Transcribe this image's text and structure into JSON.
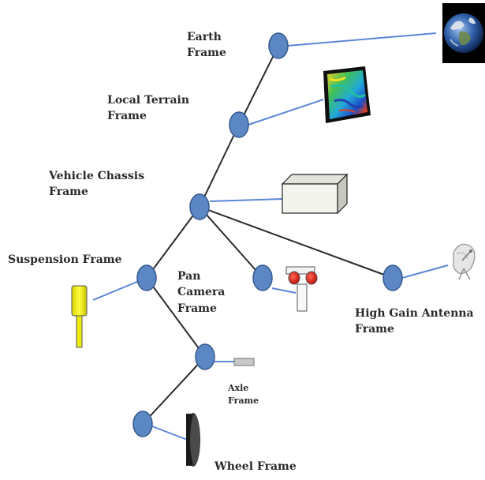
{
  "labels": {
    "earth": "Earth\nFrame",
    "terrain": "Local Terrain\nFrame",
    "chassis": "Vehicle Chassis\nFrame",
    "suspension": "Suspension Frame",
    "pan_camera": "Pan\nCamera\nFrame",
    "antenna": "High Gain Antenna\nFrame",
    "axle": "Axle\nFrame",
    "wheel": "Wheel Frame"
  },
  "colors": {
    "node_fill": "#5b88c4",
    "node_stroke": "#34598e",
    "tree_line": "#2b2b2b",
    "link_line": "#5d86d8",
    "label_text": "#2a2a2a"
  },
  "icons": [
    "earth-globe-image",
    "terrain-map-image",
    "chassis-box-icon",
    "satellite-dish-icon",
    "suspension-strut-icon",
    "camera-mast-icon",
    "axle-rod-icon",
    "wheel-icon"
  ]
}
